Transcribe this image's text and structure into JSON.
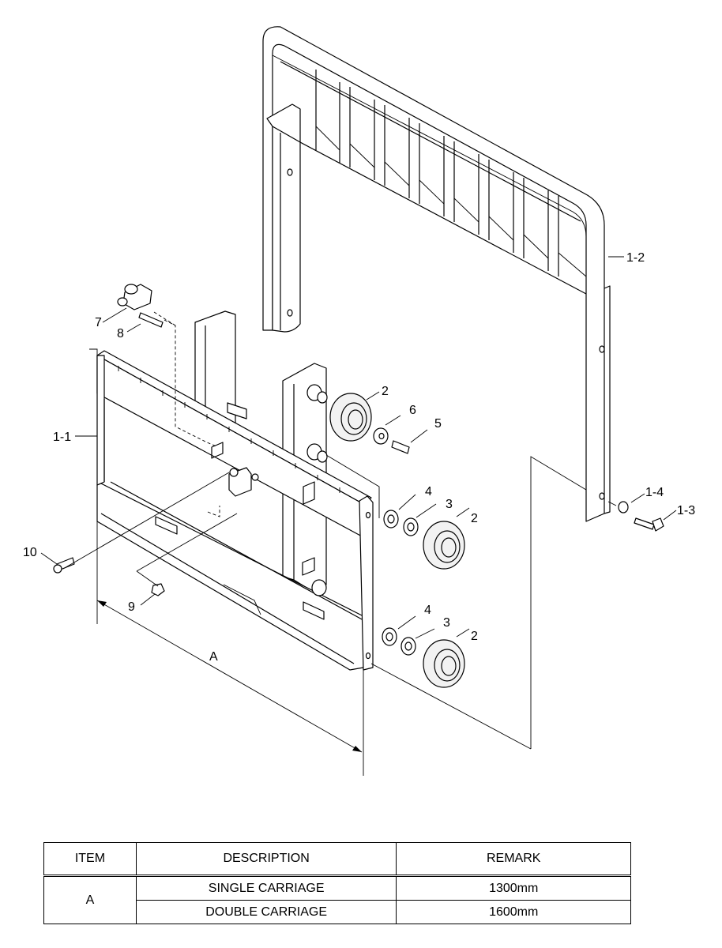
{
  "labels": {
    "p1_1": "1-1",
    "p1_2": "1-2",
    "p1_3": "1-3",
    "p1_4": "1-4",
    "p2": "2",
    "p3": "3",
    "p4": "4",
    "p5": "5",
    "p6": "6",
    "p7": "7",
    "p8": "8",
    "p9": "9",
    "p10": "10",
    "dim_a": "A"
  },
  "table": {
    "headers": [
      "ITEM",
      "DESCRIPTION",
      "REMARK"
    ],
    "item": "A",
    "rows": [
      {
        "description": "SINGLE CARRIAGE",
        "remark": "1300mm"
      },
      {
        "description": "DOUBLE CARRIAGE",
        "remark": "1600mm"
      }
    ]
  }
}
